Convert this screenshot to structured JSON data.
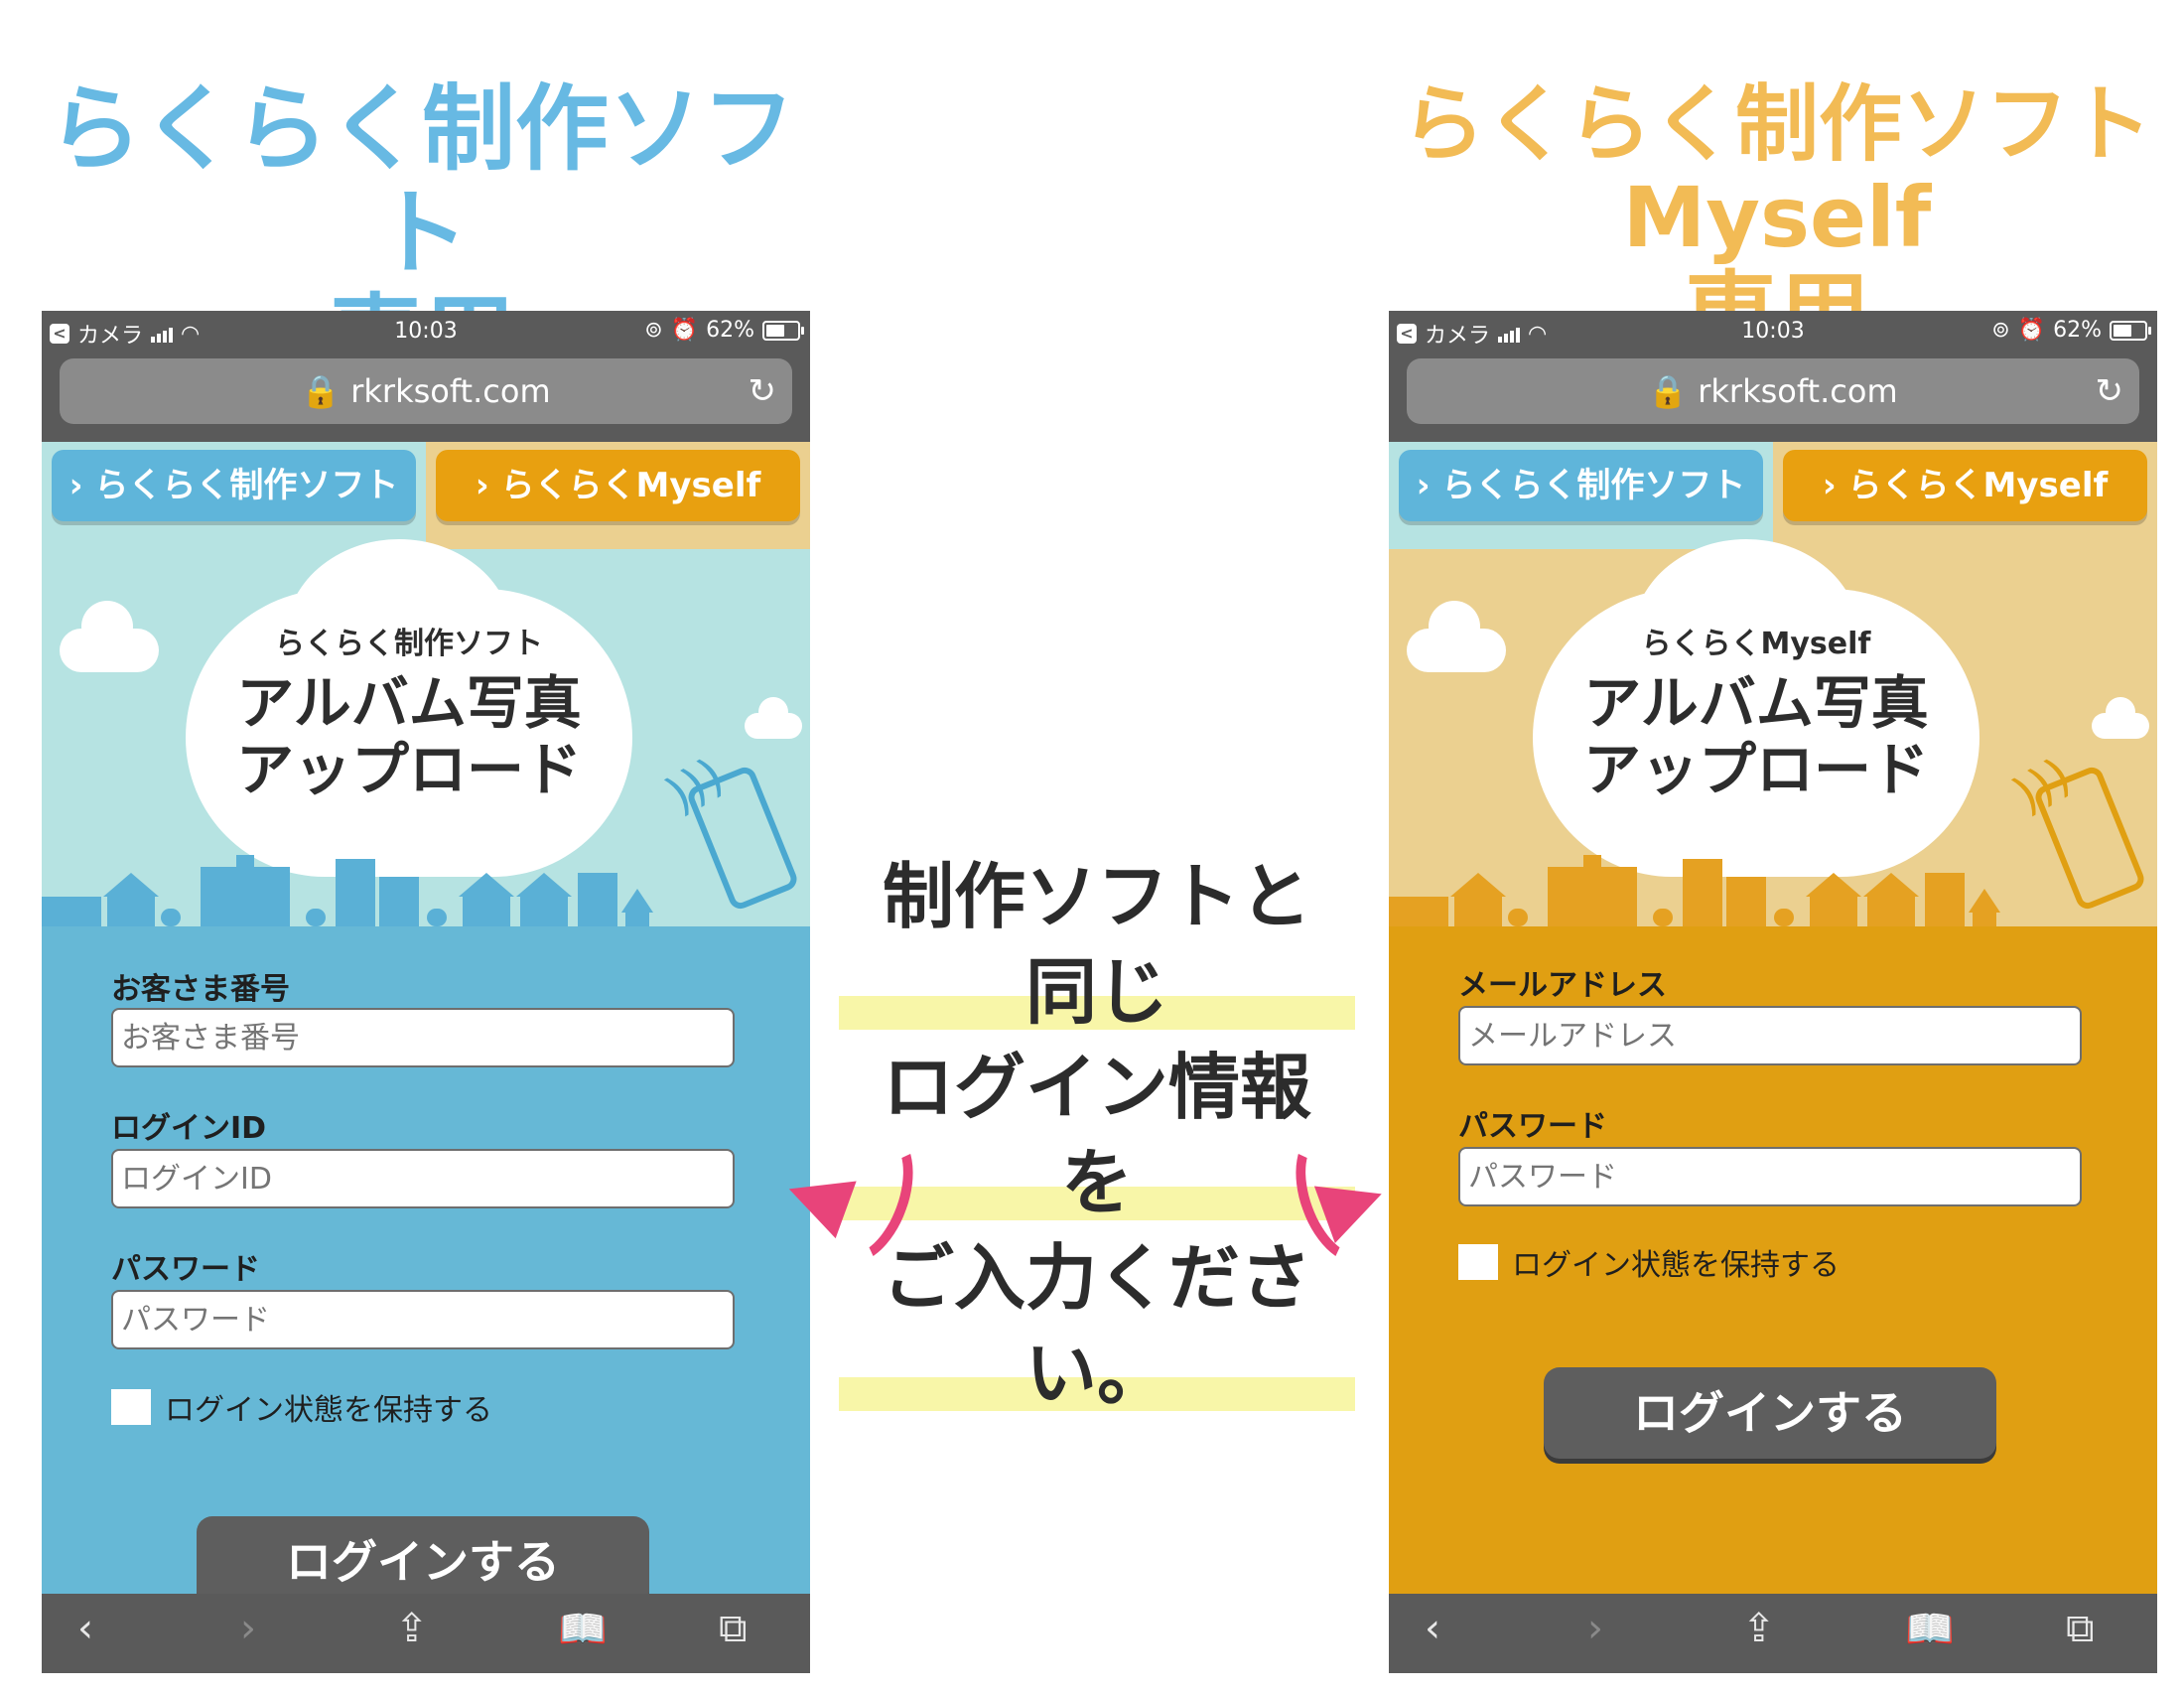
{
  "left_heading": {
    "line1": "らくらく制作ソフト",
    "line2": "専用"
  },
  "right_heading": {
    "line1": "らくらく制作ソフトMyself",
    "line2": "専用"
  },
  "phones": [
    {
      "status": {
        "back_app": "カメラ",
        "time": "10:03",
        "battery": "62%",
        "battery_level": 0.62
      },
      "url": "rkrksoft.com",
      "tabs": {
        "tab1": "らくらく制作ソフト",
        "tab2": "らくらくMyself"
      },
      "hero": {
        "subtitle": "らくらく制作ソフト",
        "title_line1": "アルバム写真",
        "title_line2": "アップロード"
      },
      "fields": [
        {
          "label": "お客さま番号",
          "placeholder": "お客さま番号"
        },
        {
          "label": "ログインID",
          "placeholder": "ログインID"
        },
        {
          "label": "パスワード",
          "placeholder": "パスワード"
        }
      ],
      "remember_label": "ログイン状態を保持する",
      "login_button": "ログインする"
    },
    {
      "status": {
        "back_app": "カメラ",
        "time": "10:03",
        "battery": "62%",
        "battery_level": 0.62
      },
      "url": "rkrksoft.com",
      "tabs": {
        "tab1": "らくらく制作ソフト",
        "tab2": "らくらくMyself"
      },
      "hero": {
        "subtitle": "らくらくMyself",
        "title_line1": "アルバム写真",
        "title_line2": "アップロード"
      },
      "fields": [
        {
          "label": "メールアドレス",
          "placeholder": "メールアドレス"
        },
        {
          "label": "パスワード",
          "placeholder": "パスワード"
        }
      ],
      "remember_label": "ログイン状態を保持する",
      "login_button": "ログインする"
    }
  ],
  "message": {
    "line1": "制作ソフトと同じ",
    "line2": "ログイン情報を",
    "line3": "ご入力ください。"
  },
  "icons": [
    "lock-icon",
    "reload-icon",
    "back-icon",
    "forward-icon",
    "share-icon",
    "bookmarks-icon",
    "tabs-icon",
    "wifi-icon",
    "alarm-icon",
    "rotation-lock-icon"
  ],
  "colors": {
    "left_accent": "#67b9e3",
    "right_accent": "#f2bb55",
    "arrow": "#e8447a",
    "highlight": "#f8f6a8"
  }
}
